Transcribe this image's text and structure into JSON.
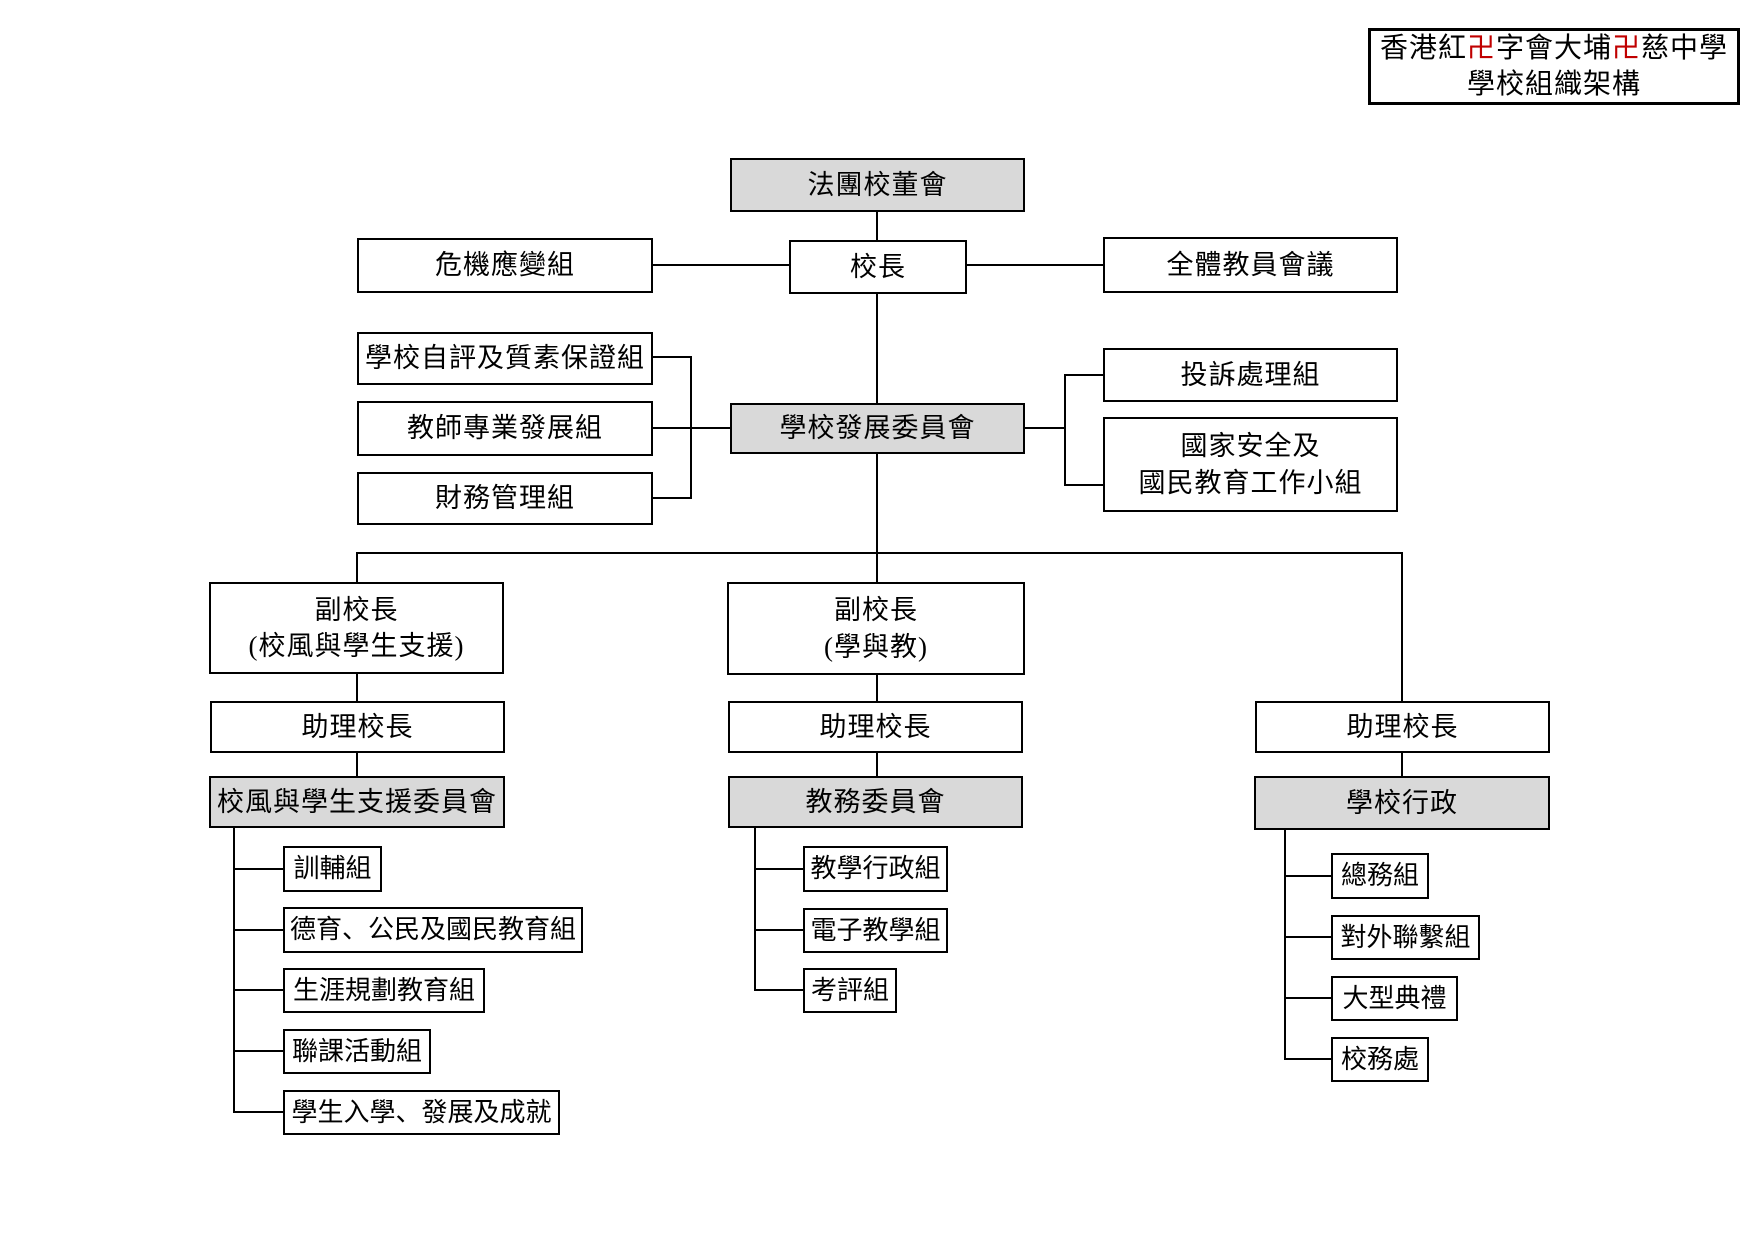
{
  "colors": {
    "accent_red": "#c00000",
    "gray_fill": "#d9d9d9",
    "line_color": "#000000"
  },
  "title": {
    "seg1": "香港紅",
    "seg2": "卍",
    "seg3": "字會大埔",
    "seg4": "卍",
    "seg5": "慈中學",
    "line2": "學校組織架構"
  },
  "nodes": {
    "imc": "法團校董會",
    "principal": "校長",
    "crisis_team": "危機應變組",
    "staff_meeting": "全體教員會議",
    "school_dev_committee": "學校發展委員會",
    "self_evaluation": "學校自評及質素保證組",
    "teacher_prof_dev": "教師專業發展組",
    "finance_mgmt": "財務管理組",
    "complaint_handling": "投訴處理組",
    "national_security_l1": "國家安全及",
    "national_security_l2": "國民教育工作小組",
    "vp_ethos_l1": "副校長",
    "vp_ethos_l2": "(校風與學生支援)",
    "vp_learning_l1": "副校長",
    "vp_learning_l2": "(學與教)",
    "ap_ethos": "助理校長",
    "ap_learning": "助理校長",
    "ap_admin": "助理校長",
    "ethos_committee": "校風與學生支援委員會",
    "academic_committee": "教務委員會",
    "school_admin": "學校行政"
  },
  "columns": {
    "ethos_children": [
      "訓輔組",
      "德育、公民及國民教育組",
      "生涯規劃教育組",
      "聯課活動組",
      "學生入學、發展及成就"
    ],
    "academic_children": [
      "教學行政組",
      "電子教學組",
      "考評組"
    ],
    "admin_children": [
      "總務組",
      "對外聯繫組",
      "大型典禮",
      "校務處"
    ]
  }
}
